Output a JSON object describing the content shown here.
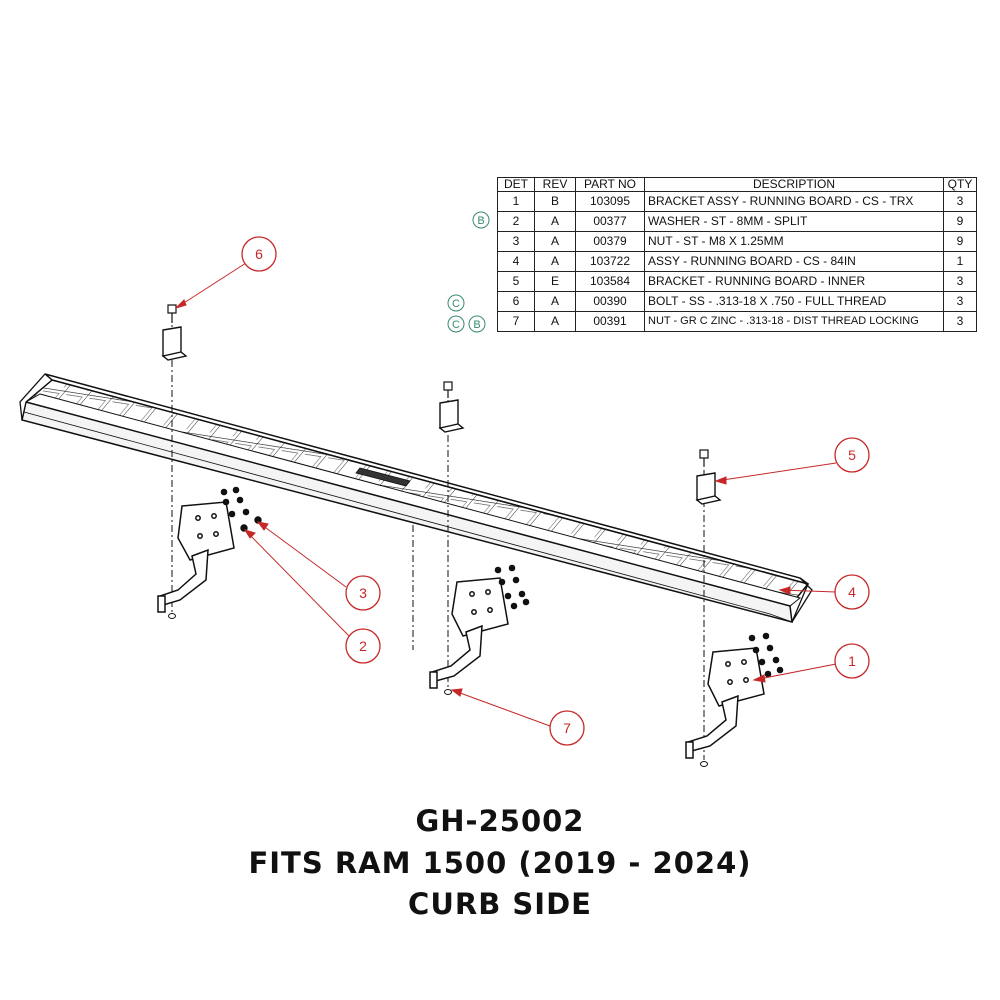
{
  "bom": {
    "headers": [
      "DET",
      "REV",
      "PART NO",
      "DESCRIPTION",
      "QTY"
    ],
    "rows": [
      {
        "det": "1",
        "rev": "B",
        "part": "103095",
        "desc": "BRACKET ASSY - RUNNING BOARD - CS - TRX",
        "qty": "3"
      },
      {
        "det": "2",
        "rev": "A",
        "part": "00377",
        "desc": "WASHER - ST - 8MM - SPLIT",
        "qty": "9"
      },
      {
        "det": "3",
        "rev": "A",
        "part": "00379",
        "desc": "NUT - ST - M8 X 1.25MM",
        "qty": "9"
      },
      {
        "det": "4",
        "rev": "A",
        "part": "103722",
        "desc": "ASSY - RUNNING BOARD - CS - 84IN",
        "qty": "1"
      },
      {
        "det": "5",
        "rev": "E",
        "part": "103584",
        "desc": "BRACKET - RUNNING BOARD - INNER",
        "qty": "3"
      },
      {
        "det": "6",
        "rev": "A",
        "part": "00390",
        "desc": "BOLT - SS - .313-18 X .750 - FULL THREAD",
        "qty": "3"
      },
      {
        "det": "7",
        "rev": "A",
        "part": "00391",
        "desc": "NUT - GR C ZINC - .313-18 - DIST THREAD LOCKING",
        "qty": "3"
      }
    ]
  },
  "revision_badges": {
    "row2": [
      "B"
    ],
    "row6": [
      "C"
    ],
    "row7": [
      "C",
      "B"
    ]
  },
  "callouts": [
    "1",
    "2",
    "3",
    "4",
    "5",
    "6",
    "7"
  ],
  "title": {
    "line1": "GH-25002",
    "line2": "FITS RAM 1500 (2019 - 2024)",
    "line3": "CURB SIDE"
  },
  "colors": {
    "callout": "#c62828",
    "revision": "#3a8a6e",
    "line": "#111111"
  }
}
